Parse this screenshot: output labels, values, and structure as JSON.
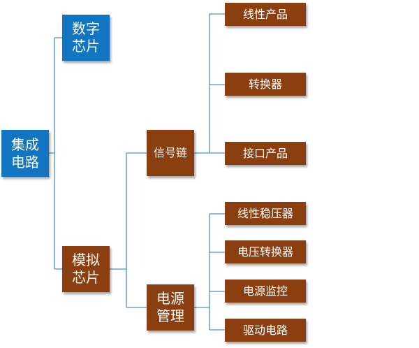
{
  "colors": {
    "blue_node": "#1175c2",
    "brown_node": "#8b3f10",
    "connector": "#4a90c8",
    "text": "#ffffff"
  },
  "tree": {
    "root": {
      "line1": "集成",
      "line2": "电路"
    },
    "digital": {
      "line1": "数字",
      "line2": "芯片"
    },
    "analog": {
      "line1": "模拟",
      "line2": "芯片"
    },
    "signal_chain": {
      "label": "信号链"
    },
    "power_mgmt": {
      "line1": "电源",
      "line2": "管理"
    },
    "signal_children": [
      "线性产品",
      "转换器",
      "接口产品"
    ],
    "power_children": [
      "线性稳压器",
      "电压转换器",
      "电源监控",
      "驱动电路"
    ]
  }
}
